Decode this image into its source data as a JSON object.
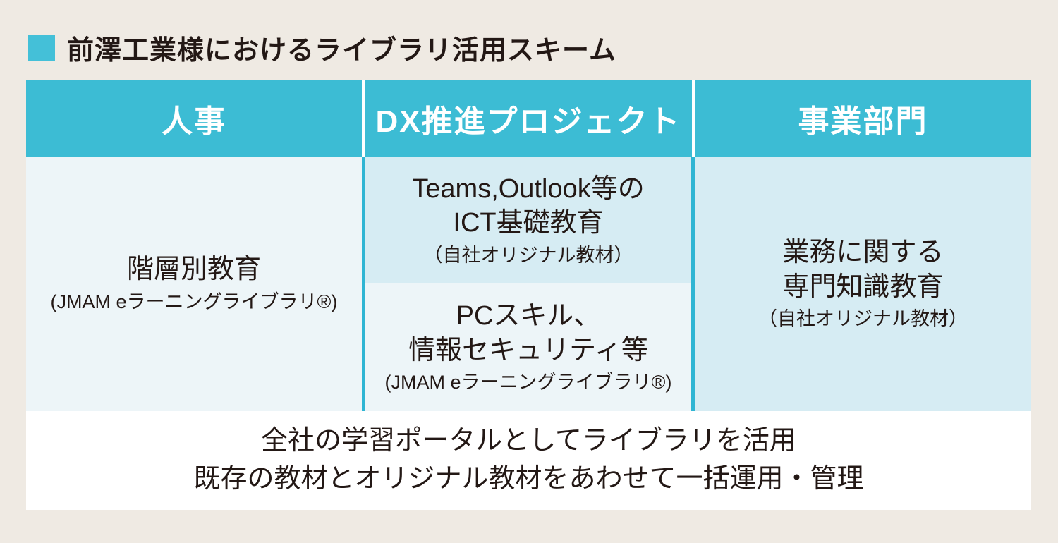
{
  "title": {
    "text": "前澤工業様におけるライブラリ活用スキーム"
  },
  "table": {
    "headers": [
      "人事",
      "DX推進プロジェクト",
      "事業部門"
    ],
    "hr_cell": {
      "main": "階層別教育",
      "note": "(JMAM eラーニングライブラリ®)"
    },
    "dx_top_cell": {
      "line1": "Teams,Outlook等の",
      "line2": "ICT基礎教育",
      "note": "（自社オリジナル教材）"
    },
    "dx_bottom_cell": {
      "line1": "PCスキル、",
      "line2": "情報セキュリティ等",
      "note": "(JMAM eラーニングライブラリ®)"
    },
    "business_cell": {
      "line1": "業務に関する",
      "line2": "専門知識教育",
      "note": "（自社オリジナル教材）"
    },
    "footer": {
      "line1": "全社の学習ポータルとしてライブラリを活用",
      "line2": "既存の教材とオリジナル教材をあわせて一括運用・管理"
    }
  },
  "colors": {
    "background_beige": "#EFEAE3",
    "header_teal": "#3CBCD4",
    "accent_teal_light": "#44C0D8",
    "divider_teal": "#2FB5D3",
    "cell_light_blue": "#D6ECF3",
    "cell_pale_blue": "#EDF5F8",
    "footer_white": "#FFFFFF",
    "text_dark": "#231815",
    "header_text": "#FFFFFF"
  }
}
